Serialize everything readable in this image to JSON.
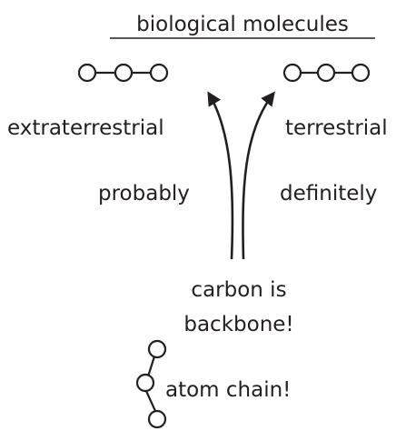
{
  "title": "biological molecules",
  "left_chain": {
    "label": "extraterrestrial",
    "qualifier": "probably"
  },
  "right_chain": {
    "label": "terrestrial",
    "qualifier": "definitely"
  },
  "carbon_label": {
    "line1": "carbon is",
    "line2": "backbone!"
  },
  "atom_chain_label": "atom chain!",
  "ink_color": "#231f20"
}
